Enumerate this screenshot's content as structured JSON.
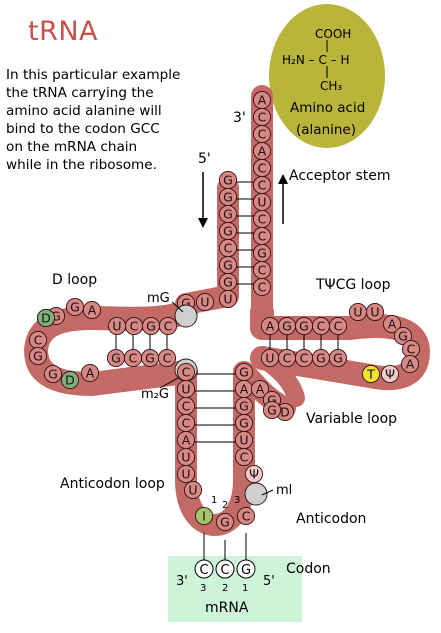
{
  "title": "tRNA",
  "description": [
    "In this particular example",
    "the tRNA carrying the",
    "amino acid alanine will",
    "bind to the codon GCC",
    "on the mRNA chain",
    "while in the ribosome."
  ],
  "amino_acid": {
    "cooh": "COOH",
    "h2n": "H₂N – C – H",
    "ch3": "CH₃",
    "label_line1": "Amino acid",
    "label_line2": "(alanine)"
  },
  "labels": {
    "three_prime_top": "3'",
    "five_prime_top": "5'",
    "acceptor_stem": "Acceptor stem",
    "d_loop": "D loop",
    "tpsi_loop": "TΨCG loop",
    "mG_top": "mG",
    "m2G": "m₂G",
    "variable_loop": "Variable loop",
    "anticodon_loop": "Anticodon loop",
    "ml": "ml",
    "anticodon": "Anticodon",
    "codon": "Codon",
    "mrna": "mRNA",
    "mrna_3prime": "3'",
    "mrna_5prime": "5'",
    "anticodon_numbers": [
      "1",
      "2",
      "3"
    ],
    "codon_numbers": [
      "3",
      "2",
      "1"
    ]
  },
  "codon_bases": [
    "C",
    "C",
    "G"
  ],
  "colors": {
    "backbone": "#c46a66",
    "base_fill": "#d98784",
    "amino_acid_blob": "#b9b43a",
    "mrna_band": "#cdf3d9",
    "title": "#c8504a",
    "special_green": "#7fb07a",
    "special_yellow": "#f2e230",
    "special_grey": "#cfcfcf"
  }
}
